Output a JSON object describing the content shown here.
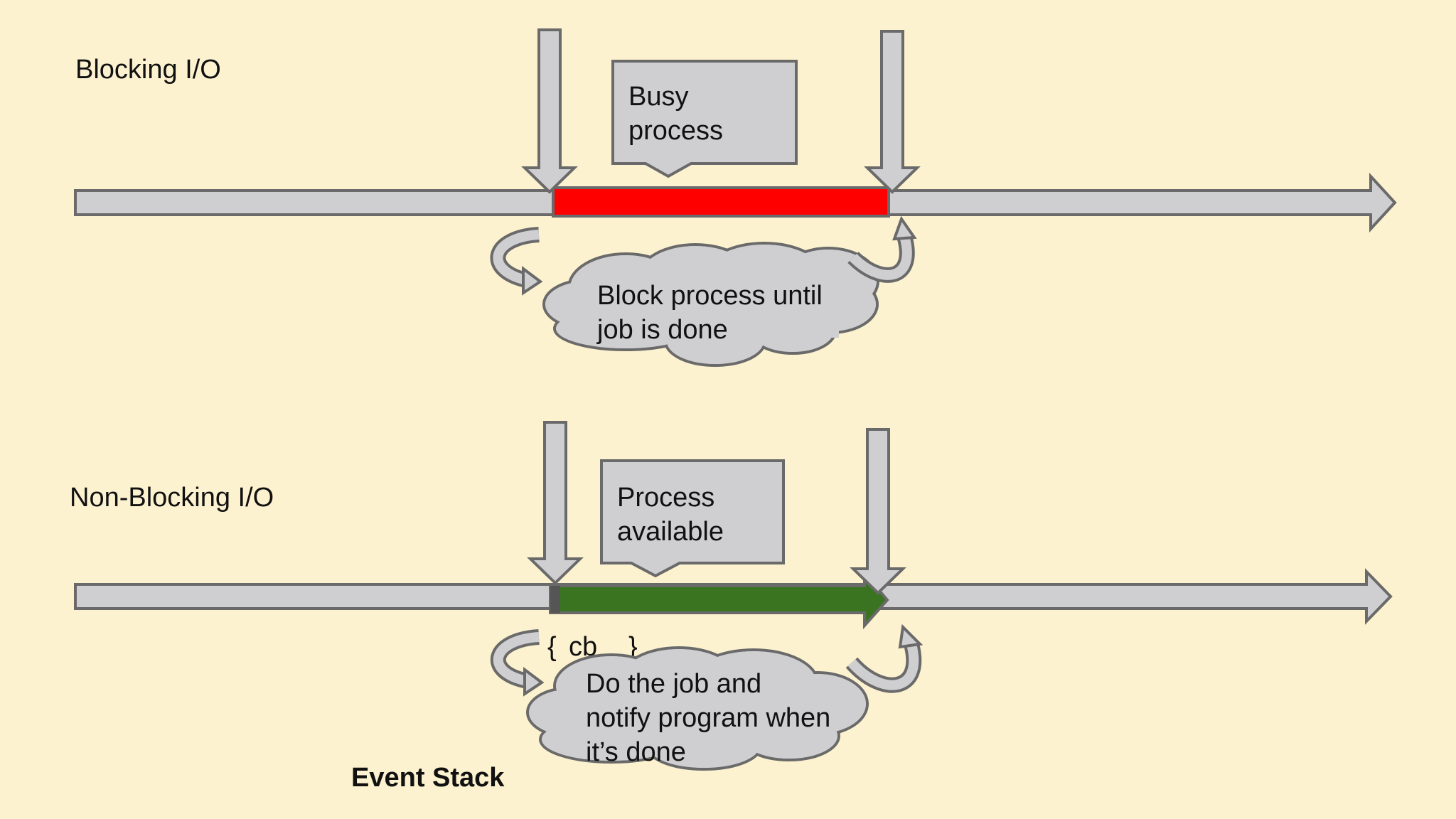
{
  "blocking": {
    "title": "Blocking I/O",
    "box_line1": "Busy",
    "box_line2": "process",
    "cloud_line1": "Block process until",
    "cloud_line2": "job is done",
    "busy_color": "#ff0000"
  },
  "non_blocking": {
    "title": "Non-Blocking I/O",
    "box_line1": "Process",
    "box_line2": "available",
    "callback_open": "{",
    "callback_label": "cb",
    "callback_close": "}",
    "cloud_line1": "Do the job and",
    "cloud_line2": "notify program when",
    "cloud_line3": "it’s done",
    "event_stack_label": "Event Stack",
    "progress_color": "#3a7420"
  },
  "colors": {
    "background": "#fdf2cf",
    "shape_fill": "#cfcfd1",
    "shape_stroke": "#6a6a6a"
  }
}
